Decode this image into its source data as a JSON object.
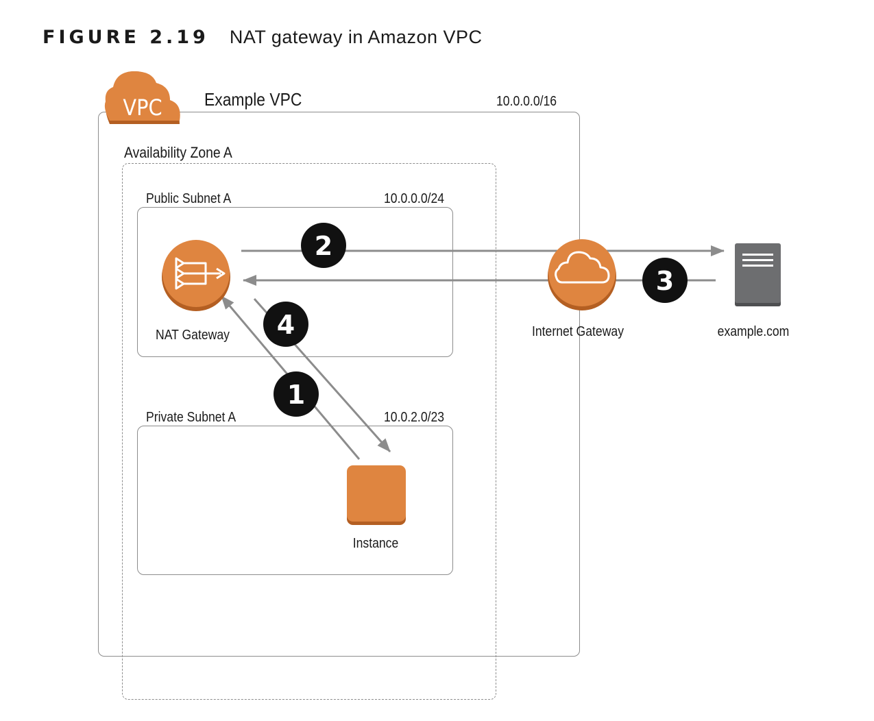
{
  "figure": {
    "number": "FIGURE 2.19",
    "caption": "NAT gateway in Amazon VPC"
  },
  "vpc": {
    "badge": "VPC",
    "name": "Example VPC",
    "cidr": "10.0.0.0/16"
  },
  "availability_zone": {
    "name": "Availability Zone A"
  },
  "public_subnet": {
    "name": "Public Subnet A",
    "cidr": "10.0.0.0/24"
  },
  "private_subnet": {
    "name": "Private Subnet A",
    "cidr": "10.0.2.0/23"
  },
  "nodes": {
    "nat_gateway": {
      "label": "NAT Gateway",
      "icon": "nat-gateway-icon"
    },
    "instance": {
      "label": "Instance",
      "icon": "instance-icon"
    },
    "internet_gateway": {
      "label": "Internet Gateway",
      "icon": "cloud-icon"
    },
    "server": {
      "label": "example.com",
      "icon": "server-icon"
    }
  },
  "steps": [
    "1",
    "2",
    "3",
    "4"
  ],
  "colors": {
    "aws_orange": "#df8540",
    "aws_orange_dark": "#b45f22",
    "arrow": "#8c8c8c",
    "server": "#6d6e70",
    "badge": "#111111"
  }
}
